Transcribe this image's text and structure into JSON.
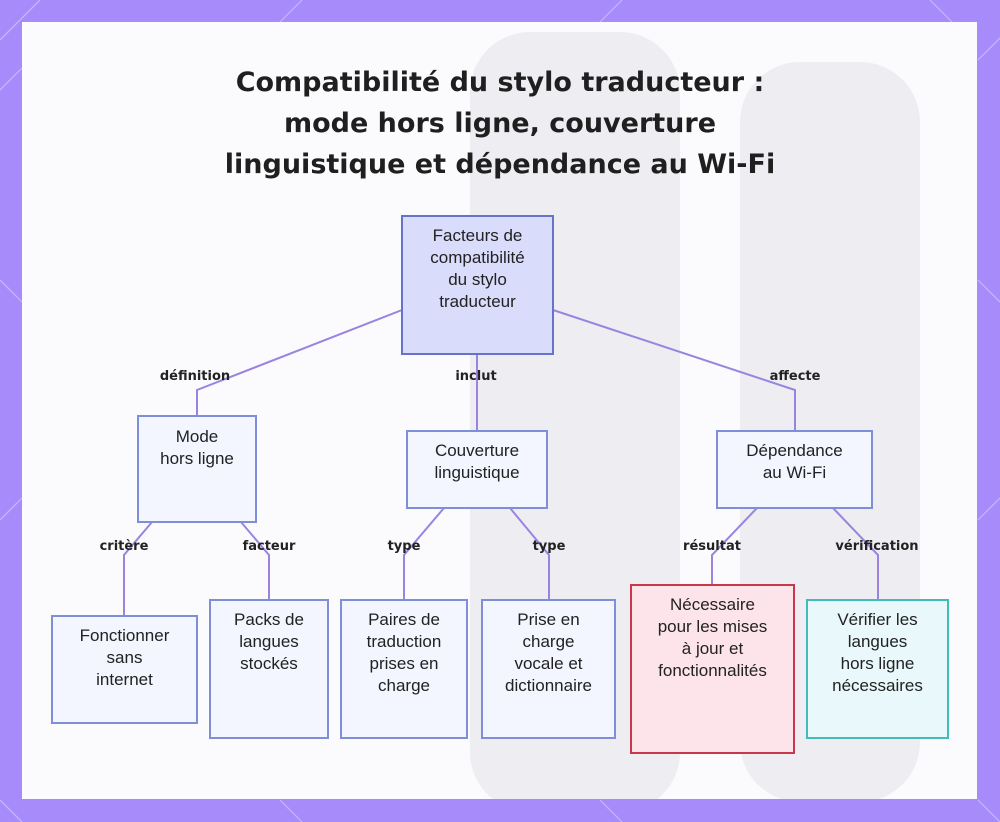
{
  "title_lines": [
    "Compatibilité du stylo traducteur :",
    "mode hors ligne, couverture",
    "linguistique et dépendance au Wi-Fi"
  ],
  "nodes": {
    "root": {
      "lines": [
        "Facteurs de",
        "compatibilité",
        "du stylo",
        "traducteur"
      ]
    },
    "offline": {
      "lines": [
        "Mode",
        "hors ligne"
      ]
    },
    "coverage": {
      "lines": [
        "Couverture",
        "linguistique"
      ]
    },
    "wifi": {
      "lines": [
        "Dépendance",
        "au Wi-Fi"
      ]
    },
    "no_internet": {
      "lines": [
        "Fonctionner",
        "sans",
        "internet"
      ]
    },
    "packs": {
      "lines": [
        "Packs de",
        "langues",
        "stockés"
      ]
    },
    "pairs": {
      "lines": [
        "Paires de",
        "traduction",
        "prises en",
        "charge"
      ]
    },
    "voice": {
      "lines": [
        "Prise en",
        "charge",
        "vocale et",
        "dictionnaire"
      ]
    },
    "updates": {
      "lines": [
        "Nécessaire",
        "pour les mises",
        "à jour et",
        "fonctionnalités"
      ]
    },
    "verify": {
      "lines": [
        "Vérifier les",
        "langues",
        "hors ligne",
        "nécessaires"
      ]
    }
  },
  "edge_labels": {
    "definition": "définition",
    "inclut": "inclut",
    "affecte": "affecte",
    "critere": "critère",
    "facteur": "facteur",
    "type1": "type",
    "type2": "type",
    "resultat": "résultat",
    "verification": "vérification"
  },
  "colors": {
    "frame": "#a78bfa",
    "edge": "#9a84e0",
    "node_fill": "#f3f5ff",
    "node_border": "#7e8ed8",
    "root_fill": "#d9dcfb",
    "red_border": "#c8384c",
    "teal_border": "#41bcb8"
  }
}
